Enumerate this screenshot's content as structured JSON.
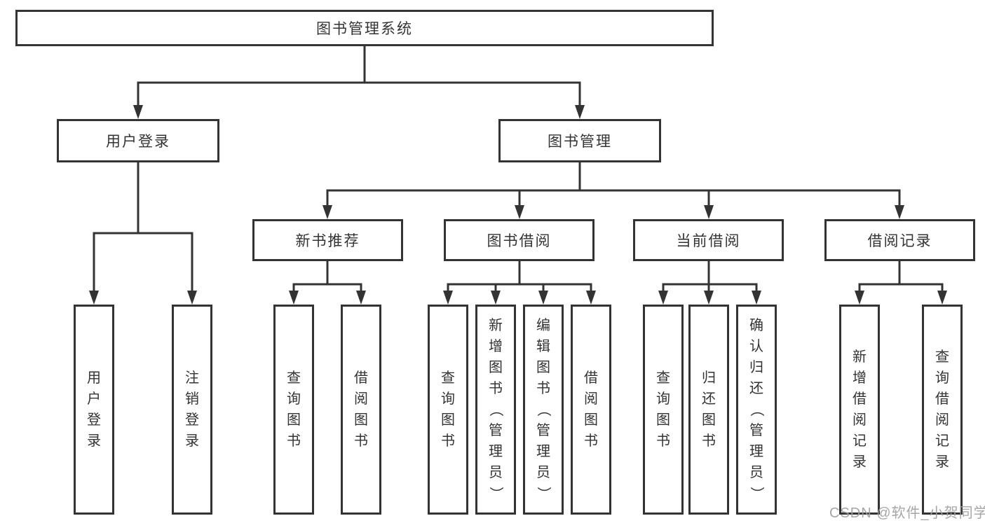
{
  "diagram": {
    "root": {
      "label": "图书管理系统"
    },
    "branches": [
      {
        "label": "用户登录",
        "children": [
          {
            "label": "用户登录"
          },
          {
            "label": "注销登录"
          }
        ]
      },
      {
        "label": "图书管理",
        "children": [
          {
            "label": "新书推荐",
            "children": [
              {
                "label": "查询图书"
              },
              {
                "label": "借阅图书"
              }
            ]
          },
          {
            "label": "图书借阅",
            "children": [
              {
                "label": "查询图书"
              },
              {
                "label": "新增图书（管理员）"
              },
              {
                "label": "编辑图书（管理员）"
              },
              {
                "label": "借阅图书"
              }
            ]
          },
          {
            "label": "当前借阅",
            "children": [
              {
                "label": "查询图书"
              },
              {
                "label": "归还图书"
              },
              {
                "label": "确认归还（管理员）"
              }
            ]
          },
          {
            "label": "借阅记录",
            "children": [
              {
                "label": "新增借阅记录"
              },
              {
                "label": "查询借阅记录"
              }
            ]
          }
        ]
      }
    ]
  },
  "watermark": {
    "text": "CSDN @软件_小贺同学"
  },
  "colors": {
    "line": "#333333",
    "text": "#333333",
    "box_background": "#ffffff",
    "page_background": "#ffffff",
    "watermark": "#9e9e9e"
  }
}
